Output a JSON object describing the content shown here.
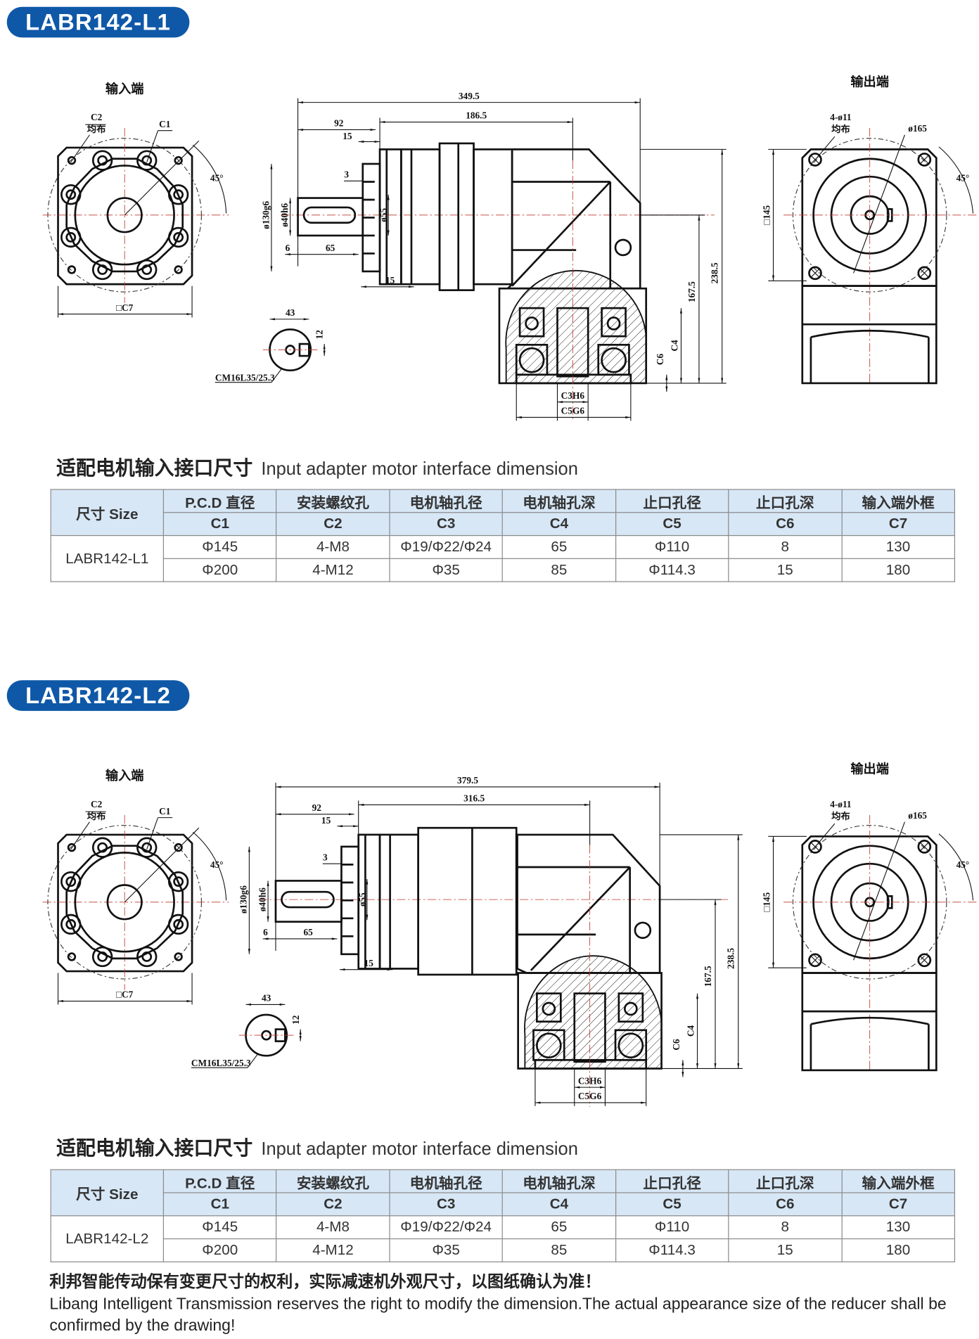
{
  "sections": [
    {
      "badge": "LABR142-L1",
      "drawing": {
        "input_label": "输入端",
        "output_label": "输出端",
        "in_c2": "C2",
        "in_evenly": "均布",
        "in_c1": "C1",
        "in_angle": "45°",
        "in_c7": "□C7",
        "overall": "349.5",
        "body": "186.5",
        "d92": "92",
        "d15a": "15",
        "d3": "3",
        "d130": "ø130g6",
        "d40": "ø40h6",
        "d6": "6",
        "d65": "65",
        "d15b": "15",
        "d55": "ø55",
        "h238": "238.5",
        "h167": "167.5",
        "c4": "C4",
        "c6": "C6",
        "c3h6": "C3H6",
        "c5g6": "C5G6",
        "key43": "43",
        "key12": "12",
        "key_note": "CM16L35/25.3",
        "out_holes": "4-ø11",
        "out_evenly": "均布",
        "out_pcd": "ø165",
        "out_angle": "45°",
        "out_square": "□145"
      },
      "table_title_cn": "适配电机输入接口尺寸",
      "table_title_en": "Input adapter motor interface dimension",
      "table": {
        "size_header": "尺寸 Size",
        "columns": [
          {
            "cn": "P.C.D 直径",
            "code": "C1"
          },
          {
            "cn": "安装螺纹孔",
            "code": "C2"
          },
          {
            "cn": "电机轴孔径",
            "code": "C3"
          },
          {
            "cn": "电机轴孔深",
            "code": "C4"
          },
          {
            "cn": "止口孔径",
            "code": "C5"
          },
          {
            "cn": "止口孔深",
            "code": "C6"
          },
          {
            "cn": "输入端外框",
            "code": "C7"
          }
        ],
        "model": "LABR142-L1",
        "rows": [
          [
            "Φ145",
            "4-M8",
            "Φ19/Φ22/Φ24",
            "65",
            "Φ110",
            "8",
            "130"
          ],
          [
            "Φ200",
            "4-M12",
            "Φ35",
            "85",
            "Φ114.3",
            "15",
            "180"
          ]
        ]
      }
    },
    {
      "badge": "LABR142-L2",
      "drawing": {
        "input_label": "输入端",
        "output_label": "输出端",
        "in_c2": "C2",
        "in_evenly": "均布",
        "in_c1": "C1",
        "in_angle": "45°",
        "in_c7": "□C7",
        "overall": "379.5",
        "body": "316.5",
        "d92": "92",
        "d15a": "15",
        "d3": "3",
        "d130": "ø130g6",
        "d40": "ø40h6",
        "d6": "6",
        "d65": "65",
        "d15b": "15",
        "d55": "ø55",
        "h238": "238.5",
        "h167": "167.5",
        "c4": "C4",
        "c6": "C6",
        "c3h6": "C3H6",
        "c5g6": "C5G6",
        "key43": "43",
        "key12": "12",
        "key_note": "CM16L35/25.3",
        "out_holes": "4-ø11",
        "out_evenly": "均布",
        "out_pcd": "ø165",
        "out_angle": "45°",
        "out_square": "□145"
      },
      "table_title_cn": "适配电机输入接口尺寸",
      "table_title_en": "Input adapter motor interface dimension",
      "table": {
        "size_header": "尺寸 Size",
        "columns": [
          {
            "cn": "P.C.D 直径",
            "code": "C1"
          },
          {
            "cn": "安装螺纹孔",
            "code": "C2"
          },
          {
            "cn": "电机轴孔径",
            "code": "C3"
          },
          {
            "cn": "电机轴孔深",
            "code": "C4"
          },
          {
            "cn": "止口孔径",
            "code": "C5"
          },
          {
            "cn": "止口孔深",
            "code": "C6"
          },
          {
            "cn": "输入端外框",
            "code": "C7"
          }
        ],
        "model": "LABR142-L2",
        "rows": [
          [
            "Φ145",
            "4-M8",
            "Φ19/Φ22/Φ24",
            "65",
            "Φ110",
            "8",
            "130"
          ],
          [
            "Φ200",
            "4-M12",
            "Φ35",
            "85",
            "Φ114.3",
            "15",
            "180"
          ]
        ]
      }
    }
  ],
  "footer": {
    "cn": "利邦智能传动保有变更尺寸的权利，实际减速机外观尺寸，以图纸确认为准！",
    "en": "Libang Intelligent Transmission reserves the right to modify the dimension.The actual appearance size of the reducer shall be confirmed by the drawing!"
  },
  "colors": {
    "badge": "#0f58a8",
    "table_header": "#d7e7f6"
  }
}
